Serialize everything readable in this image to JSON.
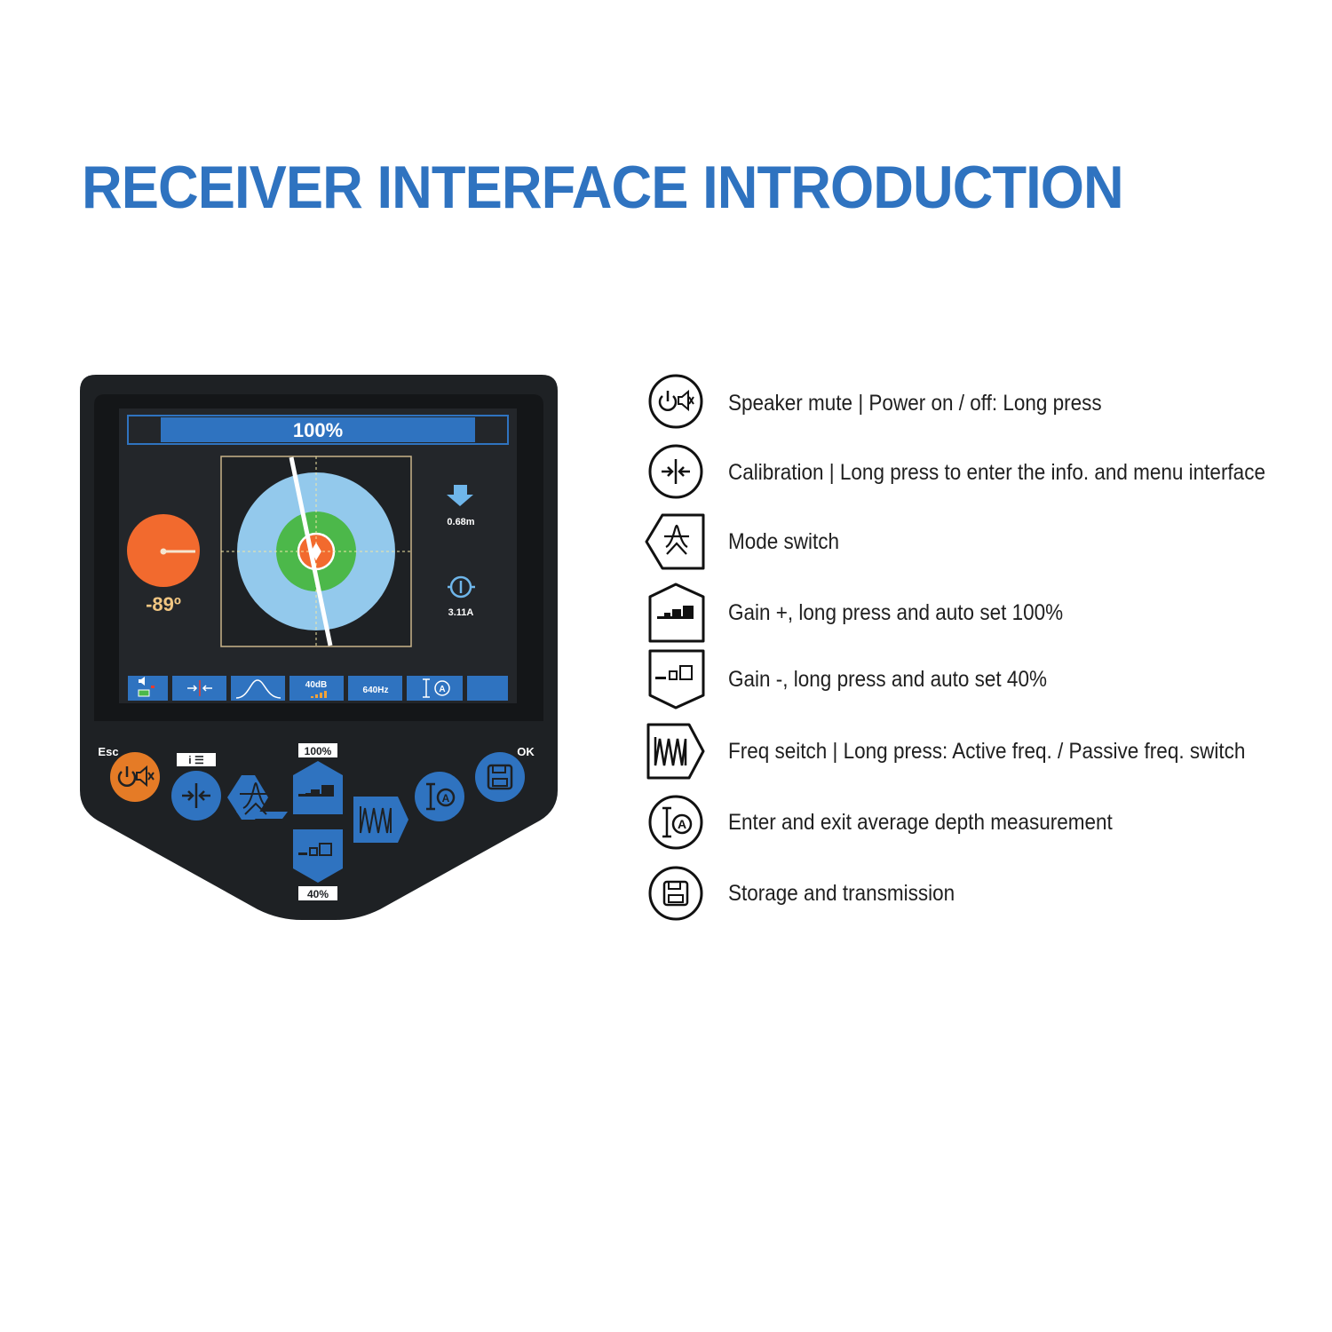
{
  "title": "RECEIVER INTERFACE INTRODUCTION",
  "colors": {
    "accent_blue": "#2f73c0",
    "device_body": "#1e2124",
    "screen_bg": "#23262a",
    "orange": "#f26a2e",
    "light_blue": "#93c9ec",
    "green": "#4cb84a",
    "amber_text": "#f1c682"
  },
  "screen": {
    "gain_bar": "100%",
    "angle_value": "-89º",
    "depth_value": "0.68m",
    "current_value": "3.11A",
    "status_gain_db": "40dB",
    "status_freq": "640Hz"
  },
  "keypad": {
    "esc_label": "Esc",
    "ok_label": "OK",
    "info_label": "i ☰",
    "gain_up_badge": "100%",
    "gain_down_badge": "40%"
  },
  "legend": [
    {
      "icon": "power-mute-icon",
      "text": "Speaker mute | Power on / off: Long press"
    },
    {
      "icon": "calibration-icon",
      "text": "Calibration | Long press to enter the info. and menu interface"
    },
    {
      "icon": "mode-switch-icon",
      "text": "Mode switch"
    },
    {
      "icon": "gain-up-icon",
      "text": "Gain +, long press and auto set 100%"
    },
    {
      "icon": "gain-down-icon",
      "text": "Gain -, long press and auto set 40%"
    },
    {
      "icon": "freq-switch-icon",
      "text": "Freq seitch | Long press: Active freq. / Passive freq. switch"
    },
    {
      "icon": "average-depth-icon",
      "text": "Enter and exit average depth measurement"
    },
    {
      "icon": "save-icon",
      "text": "Storage and transmission"
    }
  ]
}
